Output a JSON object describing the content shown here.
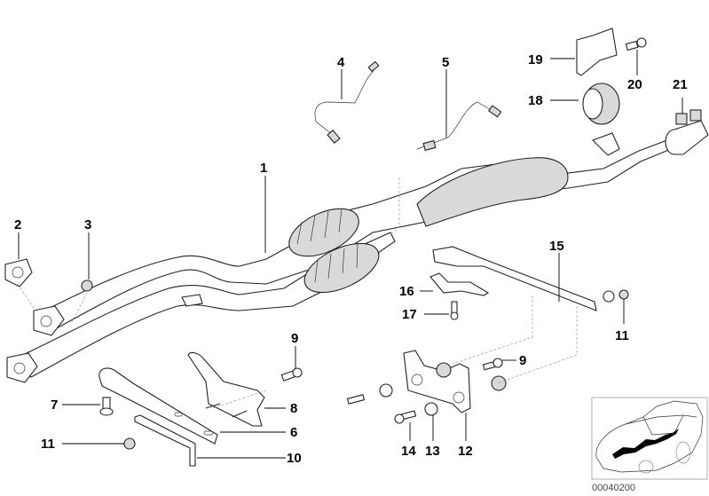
{
  "diagram": {
    "callouts": [
      {
        "id": "1",
        "label": "1"
      },
      {
        "id": "2",
        "label": "2"
      },
      {
        "id": "3",
        "label": "3"
      },
      {
        "id": "4",
        "label": "4"
      },
      {
        "id": "5",
        "label": "5"
      },
      {
        "id": "6",
        "label": "6"
      },
      {
        "id": "7",
        "label": "7"
      },
      {
        "id": "8",
        "label": "8"
      },
      {
        "id": "9a",
        "label": "9"
      },
      {
        "id": "9b",
        "label": "9"
      },
      {
        "id": "10",
        "label": "10"
      },
      {
        "id": "11a",
        "label": "11"
      },
      {
        "id": "11b",
        "label": "11"
      },
      {
        "id": "12",
        "label": "12"
      },
      {
        "id": "13",
        "label": "13"
      },
      {
        "id": "14",
        "label": "14"
      },
      {
        "id": "15",
        "label": "15"
      },
      {
        "id": "16",
        "label": "16"
      },
      {
        "id": "17",
        "label": "17"
      },
      {
        "id": "18",
        "label": "18"
      },
      {
        "id": "19",
        "label": "19"
      },
      {
        "id": "20",
        "label": "20"
      },
      {
        "id": "21",
        "label": "21"
      }
    ],
    "reference_code": "00040200"
  }
}
